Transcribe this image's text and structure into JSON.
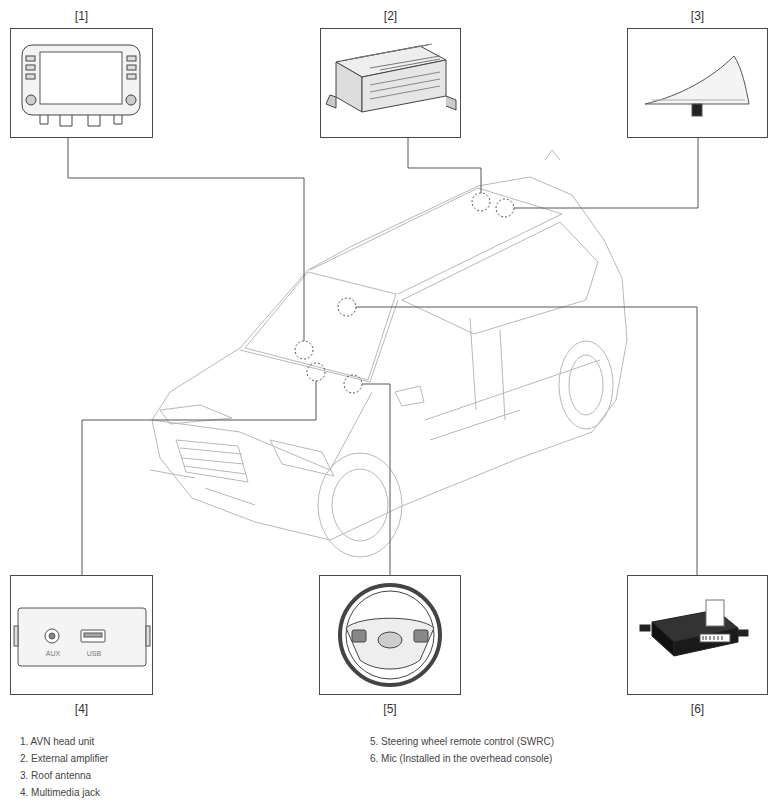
{
  "diagram": {
    "nodes": [
      {
        "text": [
          "[1]"
        ]
      },
      {
        "text": [
          "[2]"
        ]
      },
      {
        "text": [
          "[3]"
        ]
      },
      {
        "text": [
          "[4]",
          "AUX",
          "USB"
        ]
      },
      {
        "text": [
          "[5]"
        ]
      },
      {
        "text": [
          "[6]"
        ]
      }
    ],
    "labels": [
      "1. AVN head unit",
      "2. External amplifier",
      "3. Roof antenna",
      "4. Multimedia jack",
      "5. Steering wheel remote control (SWRC)",
      "6. Mic (Installed in the overhead console)"
    ]
  }
}
